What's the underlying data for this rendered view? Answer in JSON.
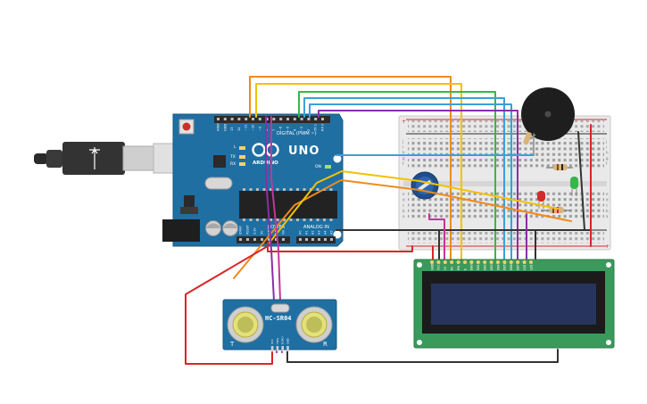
{
  "arduino": {
    "logo_text": "ARDUINO",
    "model": "UNO",
    "digital_label": "DIGITAL (PWM ~)",
    "power_label": "POWER",
    "analog_label": "ANALOG IN",
    "on_led": "ON",
    "tx_label": "TX",
    "rx_label": "RX",
    "l_label": "L",
    "top_pins": [
      "AREF",
      "GND",
      "13",
      "12",
      "~11",
      "~10",
      "~9",
      "8",
      "7",
      "~6",
      "~5",
      "4",
      "~3",
      "2",
      "TX 1",
      "RX 0"
    ],
    "power_pins": [
      "IOREF",
      "RESET",
      "3.3V",
      "5V",
      "GND",
      "GND",
      "Vin"
    ],
    "analog_pins": [
      "A0",
      "A1",
      "A2",
      "A3",
      "A4",
      "A5"
    ]
  },
  "sensor": {
    "model": "HC-SR04",
    "left_mark": "T",
    "right_mark": "R",
    "pins": [
      "VCC",
      "TRIG",
      "ECHO",
      "GND"
    ]
  },
  "lcd": {
    "pins": [
      "GND",
      "VCC",
      "V0",
      "RS",
      "RW",
      "E",
      "DB0",
      "DB1",
      "DB2",
      "DB3",
      "DB4",
      "DB5",
      "DB6",
      "DB7",
      "LED",
      "LED"
    ]
  },
  "breadboard": {
    "row_letters_top": [
      "j",
      "i",
      "h",
      "g",
      "f"
    ],
    "row_letters_bottom": [
      "e",
      "d",
      "c",
      "b",
      "a"
    ]
  },
  "colors": {
    "arduino_board": "#1f6fa3",
    "lcd_board": "#3a9a5c",
    "lcd_screen": "#27345e",
    "wire_orange": "#f08a1c",
    "wire_yellow": "#f2c200",
    "wire_green": "#3bb54a",
    "wire_blue": "#3aa0d8",
    "wire_purple": "#8a2fa8",
    "wire_magenta": "#c2369a",
    "wire_red": "#d8262a",
    "wire_black": "#333333"
  }
}
